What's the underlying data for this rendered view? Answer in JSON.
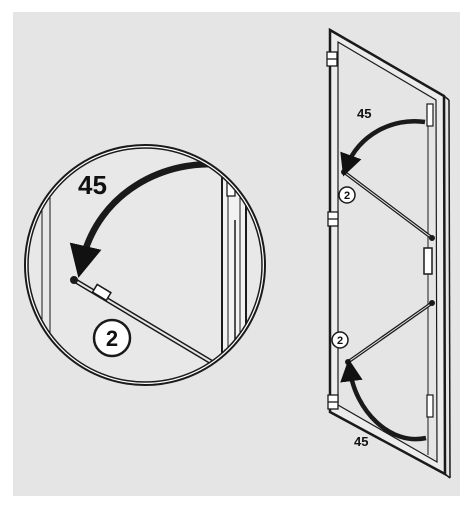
{
  "colors": {
    "panel_bg": "#e5e5e5",
    "stroke": "#1a1a1a",
    "badge_fill": "#ffffff"
  },
  "icons": [
    "rotation-arrow-icon",
    "step-badge-icon",
    "hinge-icon",
    "circular-zoom-detail"
  ],
  "callouts": {
    "zoom_angle": "45",
    "zoom_step": "2",
    "door_upper_angle": "45",
    "door_upper_step": "2",
    "door_lower_angle": "45",
    "door_lower_step": "2"
  }
}
